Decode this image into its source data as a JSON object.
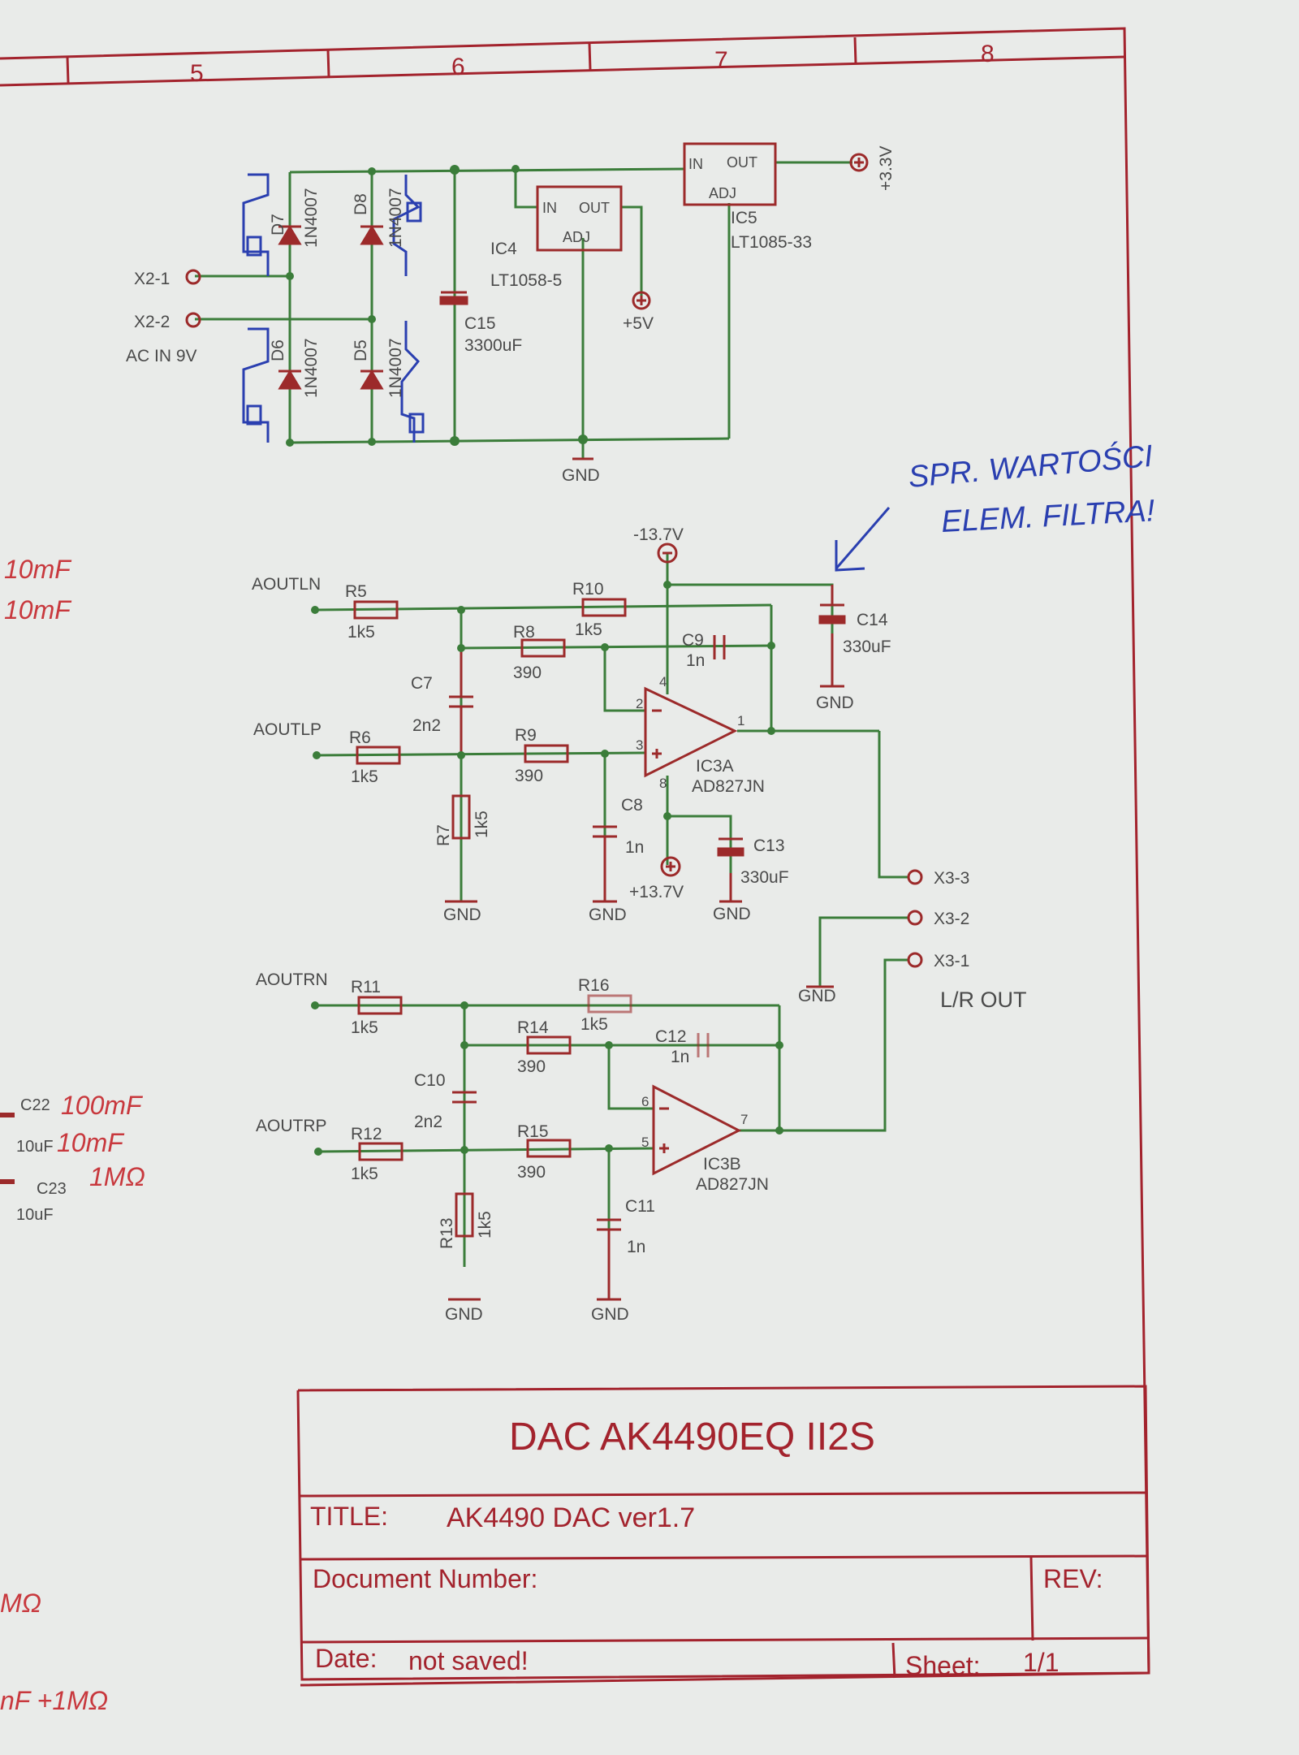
{
  "colors": {
    "paper": "#e9ebe9",
    "frame": "#a3232d",
    "wire": "#3b7d3a",
    "part": "#9c2a2a",
    "label": "#4a4a4a",
    "ink_blue": "#2a3fb0",
    "ink_red": "#c8383d"
  },
  "grid": {
    "columns": [
      "5",
      "6",
      "7",
      "8"
    ]
  },
  "power_supply": {
    "connectors": [
      "X2-1",
      "X2-2"
    ],
    "ac_label": "AC IN 9V",
    "diodes": [
      {
        "ref": "D7",
        "value": "1N4007"
      },
      {
        "ref": "D8",
        "value": "1N4007"
      },
      {
        "ref": "D6",
        "value": "1N4007"
      },
      {
        "ref": "D5",
        "value": "1N4007"
      }
    ],
    "c15": {
      "ref": "C15",
      "value": "3300uF"
    },
    "ic4": {
      "ref": "IC4",
      "part": "LT1058-5",
      "in": "IN",
      "out": "OUT",
      "adj": "ADJ"
    },
    "ic5": {
      "ref": "IC5",
      "part": "LT1085-33",
      "in": "IN",
      "out": "OUT",
      "adj": "ADJ"
    },
    "rail_5v": "+5V",
    "rail_33v": "+3.3V",
    "gnd": "GND"
  },
  "annotations": {
    "blue_note_line1": "SPR. WARTOŚCI",
    "blue_note_line2": "ELEM. FILTRA!",
    "red_left_1": "10mF",
    "red_left_2": "10mF",
    "red_c22": "100mF",
    "red_c22b": "10mF",
    "red_c23": "1MΩ",
    "red_bottom_1": "MΩ",
    "red_bottom_2": "nF +1MΩ"
  },
  "left_channel": {
    "inputs": [
      "AOUTLN",
      "AOUTLP"
    ],
    "rail_neg": "-13.7V",
    "rail_pos": "+13.7V",
    "r5": {
      "ref": "R5",
      "value": "1k5"
    },
    "r6": {
      "ref": "R6",
      "value": "1k5"
    },
    "r7": {
      "ref": "R7",
      "value": "1k5"
    },
    "r8": {
      "ref": "R8",
      "value": "390"
    },
    "r9": {
      "ref": "R9",
      "value": "390"
    },
    "r10": {
      "ref": "R10",
      "value": "1k5"
    },
    "c7": {
      "ref": "C7",
      "value": "2n2"
    },
    "c8": {
      "ref": "C8",
      "value": "1n"
    },
    "c9": {
      "ref": "C9",
      "value": "1n"
    },
    "c13": {
      "ref": "C13",
      "value": "330uF"
    },
    "c14": {
      "ref": "C14",
      "value": "330uF"
    },
    "opamp": {
      "ref": "IC3A",
      "part": "AD827JN",
      "pins": [
        "2",
        "3",
        "1",
        "4",
        "8"
      ]
    },
    "gnd": "GND"
  },
  "right_channel": {
    "inputs": [
      "AOUTRN",
      "AOUTRP"
    ],
    "r11": {
      "ref": "R11",
      "value": "1k5"
    },
    "r12": {
      "ref": "R12",
      "value": "1k5"
    },
    "r13": {
      "ref": "R13",
      "value": "1k5"
    },
    "r14": {
      "ref": "R14",
      "value": "390"
    },
    "r15": {
      "ref": "R15",
      "value": "390"
    },
    "r16": {
      "ref": "R16",
      "value": "1k5"
    },
    "c10": {
      "ref": "C10",
      "value": "2n2"
    },
    "c11": {
      "ref": "C11",
      "value": "1n"
    },
    "c12": {
      "ref": "C12",
      "value": "1n"
    },
    "opamp": {
      "ref": "IC3B",
      "part": "AD827JN",
      "pins": [
        "6",
        "5",
        "7"
      ]
    },
    "gnd": "GND"
  },
  "output": {
    "connectors": [
      "X3-3",
      "X3-2",
      "X3-1"
    ],
    "label": "L/R OUT",
    "gnd": "GND"
  },
  "sidebar_parts": {
    "c22": "C22",
    "c22_value": "10uF",
    "c23": "C23",
    "c23_value": "10uF"
  },
  "title_block": {
    "heading": "DAC AK4490EQ II2S",
    "title_label": "TITLE:",
    "title_value": "AK4490 DAC ver1.7",
    "doc_label": "Document Number:",
    "rev_label": "REV:",
    "date_label": "Date:",
    "date_value": "not saved!",
    "sheet_label": "Sheet:",
    "sheet_value": "1/1"
  }
}
